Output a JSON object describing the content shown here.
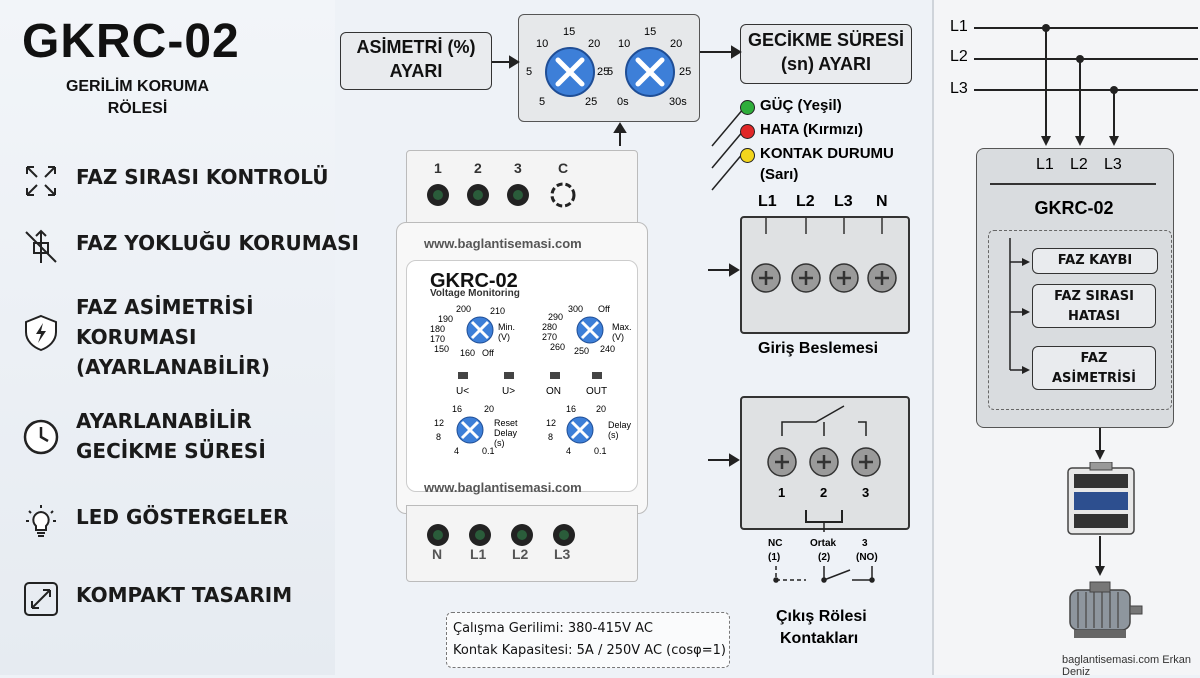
{
  "title": {
    "main": "GKRC-02",
    "line1": "GERİLİM KORUMA",
    "line2": "RÖLESİ"
  },
  "features": [
    {
      "icon": "phase-sequence-icon",
      "text": "FAZ SIRASI KONTROLÜ"
    },
    {
      "icon": "phase-loss-icon",
      "text": "FAZ YOKLUĞU KORUMASI"
    },
    {
      "icon": "shield-bolt-icon",
      "text": "FAZ ASİMETRİSİ\nKORUMASI\n(AYARLANABİLİR)"
    },
    {
      "icon": "timer-icon",
      "text": "AYARLANABİLİR\nGECİKME SÜRESİ"
    },
    {
      "icon": "bulb-icon",
      "text": "LED GÖSTERGELER"
    },
    {
      "icon": "expand-icon",
      "text": "KOMPAKT TASARIM"
    }
  ],
  "top_dials": {
    "asym_label": [
      "ASİMETRİ (%)",
      "AYARI"
    ],
    "delay_label": [
      "GECİKME SÜRESİ",
      "(sn) AYARI"
    ],
    "dial1_ticks": [
      "10",
      "15",
      "20",
      "5",
      "25",
      "5",
      "25"
    ],
    "dial2_ticks": [
      "10",
      "15",
      "20",
      "5",
      "25",
      "0s",
      "30s"
    ]
  },
  "leds": [
    {
      "color": "#2fae3b",
      "text": "GÜÇ (Yeşil)"
    },
    {
      "color": "#e02727",
      "text": "HATA (Kırmızı)"
    },
    {
      "color": "#f2d51d",
      "text": "KONTAK DURUMU"
    },
    {
      "color": "",
      "text": "(Sarı)"
    }
  ],
  "input": {
    "terms": [
      "L1",
      "L2",
      "L3",
      "N"
    ],
    "caption": "Giriş Beslemesi"
  },
  "output": {
    "terms": [
      "1",
      "2",
      "3"
    ],
    "contacts": [
      {
        "name": "NC",
        "num": "(1)"
      },
      {
        "name": "Ortak",
        "num": "(2)"
      },
      {
        "name": "3",
        "num": "(NO)"
      }
    ],
    "caption": [
      "Çıkış Rölesi",
      "Kontakları"
    ]
  },
  "device": {
    "top_terms": [
      "1",
      "2",
      "3",
      "C"
    ],
    "bottom_terms": [
      "N",
      "L1",
      "L2",
      "L3"
    ],
    "website": "www.baglantisemasi.com",
    "model": "GKRC-02",
    "model_sub": "Voltage Monitoring",
    "min_knob": {
      "ticks": [
        "200",
        "210",
        "190",
        "180",
        "170",
        "150",
        "160",
        "Off"
      ],
      "label": "Min.\n(V)"
    },
    "max_knob": {
      "ticks": [
        "300",
        "Off",
        "290",
        "280",
        "270",
        "260",
        "250",
        "240"
      ],
      "label": "Max.\n(V)"
    },
    "led_labels": [
      "U<",
      "U>",
      "ON",
      "OUT"
    ],
    "reset_knob": {
      "ticks": [
        "16",
        "20",
        "12",
        "8",
        "4",
        "0.1"
      ],
      "label": "Reset\nDelay\n(s)"
    },
    "delay_knob": {
      "ticks": [
        "16",
        "20",
        "12",
        "8",
        "4",
        "0.1"
      ],
      "label": "Delay\n(s)"
    }
  },
  "specs": {
    "line1": "Çalışma Gerilimi: 380-415V AC",
    "line2": "Kontak Kapasitesi: 5A / 250V AC (cosφ=1)"
  },
  "diagram": {
    "lines": [
      "L1",
      "L2",
      "L3"
    ],
    "box_title": "GKRC-02",
    "functions": [
      "FAZ KAYBI",
      "FAZ SIRASI\nHATASI",
      "FAZ\nASİMETRİSİ"
    ],
    "credit": "baglantisemasi.com Erkan Deniz"
  },
  "colors": {
    "knob_blue": "#3d7fd8",
    "led_green": "#2fae3b",
    "led_red": "#e02727",
    "led_yellow": "#f2d51d"
  }
}
